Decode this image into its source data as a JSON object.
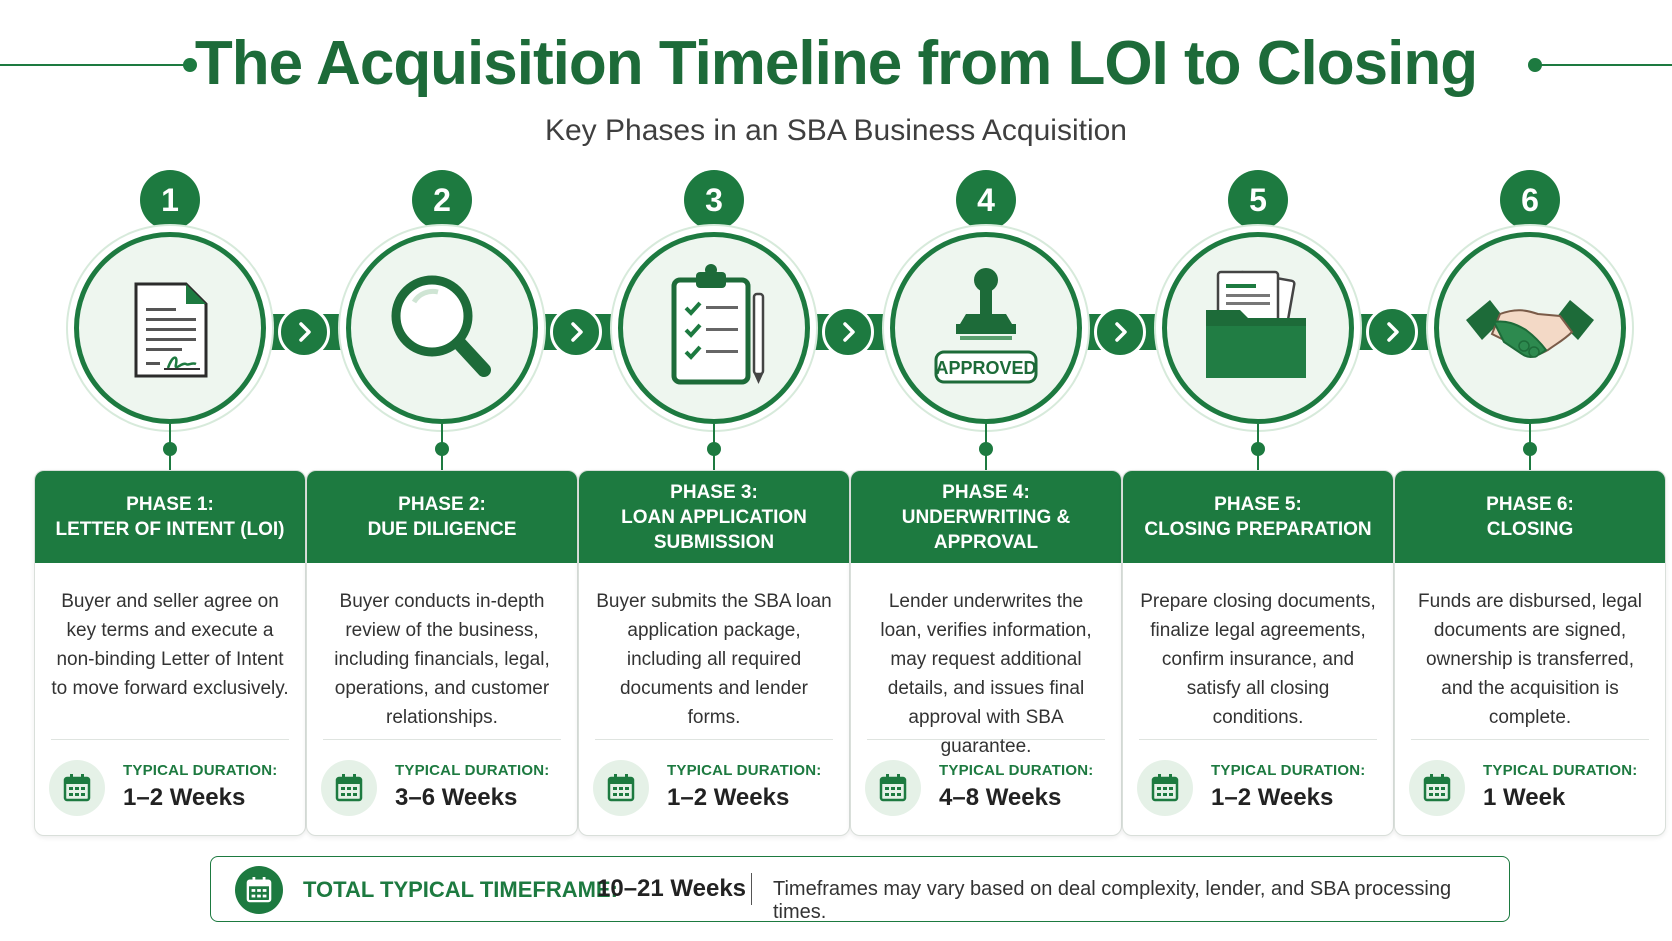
{
  "header": {
    "title": "The Acquisition Timeline from LOI to Closing",
    "subtitle": "Key Phases in an SBA Business Acquisition"
  },
  "colors": {
    "primary": "#1d7a40",
    "primary_dark": "#1d6b39",
    "tint": "#eef6ef"
  },
  "phases": [
    {
      "number": "1",
      "icon": "document-signature-icon",
      "title_lines": [
        "PHASE 1:",
        "LETTER OF INTENT (LOI)"
      ],
      "description": "Buyer and seller agree on key terms and execute a non-binding Letter of Intent to move forward exclusively.",
      "duration_label": "TYPICAL DURATION:",
      "duration": "1–2 Weeks"
    },
    {
      "number": "2",
      "icon": "magnifying-glass-icon",
      "title_lines": [
        "PHASE 2:",
        "DUE DILIGENCE"
      ],
      "description": "Buyer conducts in-depth review of the business, including financials, legal, operations, and customer relationships.",
      "duration_label": "TYPICAL DURATION:",
      "duration": "3–6 Weeks"
    },
    {
      "number": "3",
      "icon": "clipboard-checklist-icon",
      "title_lines": [
        "PHASE 3:",
        "LOAN APPLICATION",
        "SUBMISSION"
      ],
      "description": "Buyer submits the SBA loan application package, including all required documents and lender forms.",
      "duration_label": "TYPICAL DURATION:",
      "duration": "1–2 Weeks"
    },
    {
      "number": "4",
      "icon": "approved-stamp-icon",
      "stamp_text": "APPROVED",
      "title_lines": [
        "PHASE 4:",
        "UNDERWRITING &",
        "APPROVAL"
      ],
      "description": "Lender underwrites the loan, verifies information, may request additional details, and issues final approval with SBA guarantee.",
      "duration_label": "TYPICAL DURATION:",
      "duration": "4–8 Weeks"
    },
    {
      "number": "5",
      "icon": "folder-documents-icon",
      "title_lines": [
        "PHASE 5:",
        "CLOSING PREPARATION"
      ],
      "description": "Prepare closing documents, finalize legal agreements, confirm insurance, and satisfy all closing conditions.",
      "duration_label": "TYPICAL DURATION:",
      "duration": "1–2 Weeks"
    },
    {
      "number": "6",
      "icon": "handshake-icon",
      "title_lines": [
        "PHASE 6:",
        "CLOSING"
      ],
      "description": "Funds are disbursed, legal documents are signed, ownership is transferred, and the acquisition is complete.",
      "duration_label": "TYPICAL DURATION:",
      "duration": "1 Week"
    }
  ],
  "total": {
    "label": "TOTAL TYPICAL TIMEFRAME:",
    "value": "10–21 Weeks",
    "note": "Timeframes may vary based on deal complexity, lender, and SBA processing times."
  }
}
